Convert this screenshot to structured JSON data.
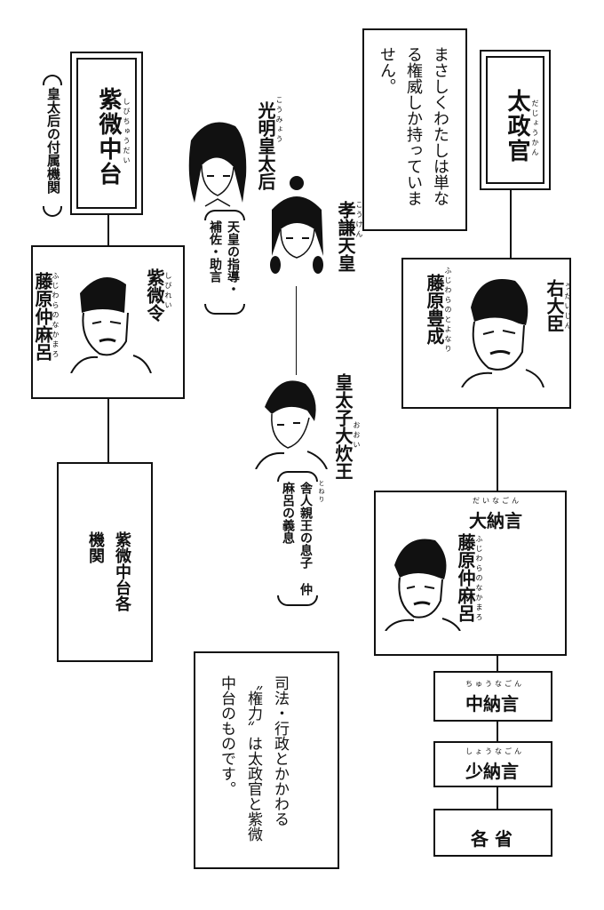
{
  "shibi_chudai": {
    "title": "紫微中台",
    "furigana": "しびちゅうだい",
    "note": "皇太后の付属機関"
  },
  "koumyou": {
    "name": "光明皇太后",
    "furigana": "こうみょう",
    "role": "天皇の指導・補佐・助言"
  },
  "kouken": {
    "name": "孝謙天皇",
    "furigana": "こうけん"
  },
  "speech": {
    "text": "まさしくわたしは単なる権威しか持っていません。"
  },
  "dajokan": {
    "title": "太政官",
    "furigana": "だじょうかん"
  },
  "shibirei": {
    "title": "紫微令",
    "title_furigana": "しびれい",
    "name": "藤原仲麻呂",
    "name_furigana": "ふじわらのなかまろ"
  },
  "udaijin": {
    "title": "右大臣",
    "title_furigana": "うだいじん",
    "name": "藤原豊成",
    "name_furigana": "ふじわらのとよなり"
  },
  "oi": {
    "name": "皇太子大炊王",
    "furigana": "おおい",
    "note": "舎人親王の息子 仲麻呂の義息",
    "note_furigana": "とねり"
  },
  "dainagon": {
    "title": "大納言",
    "title_furigana": "だいなごん",
    "name": "藤原仲麻呂",
    "name_furigana": "ふじわらのなかまろ"
  },
  "shibi_organs": {
    "label": "紫微中台各機関"
  },
  "narration": {
    "text": "司法・行政とかかわる〝権力〟は太政官と紫微中台のものです。"
  },
  "chunagon": {
    "label": "中納言",
    "furigana": "ちゅうなごん"
  },
  "shonagon": {
    "label": "少納言",
    "furigana": "しょうなごん"
  },
  "kakusho": {
    "label": "各 省"
  }
}
